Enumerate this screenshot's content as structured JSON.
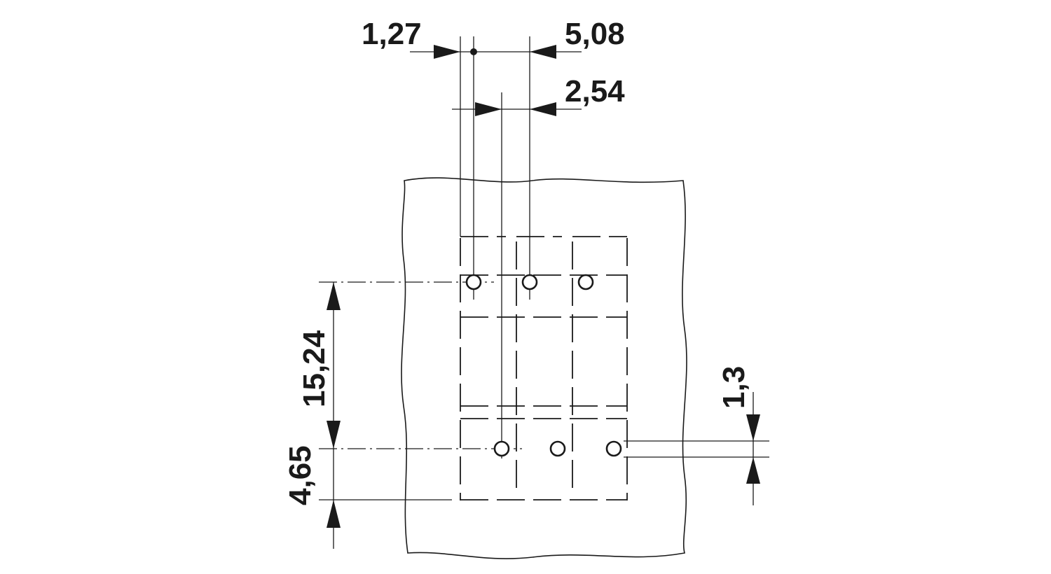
{
  "drawing": {
    "dimensions": {
      "offset_1": "1,27",
      "pitch_5": "5,08",
      "pitch_2": "2,54",
      "row_spacing": "15,24",
      "edge_offset": "4,65",
      "hole_diameter": "1,3"
    },
    "colors": {
      "line": "#1a1a1a",
      "background": "#ffffff"
    }
  }
}
